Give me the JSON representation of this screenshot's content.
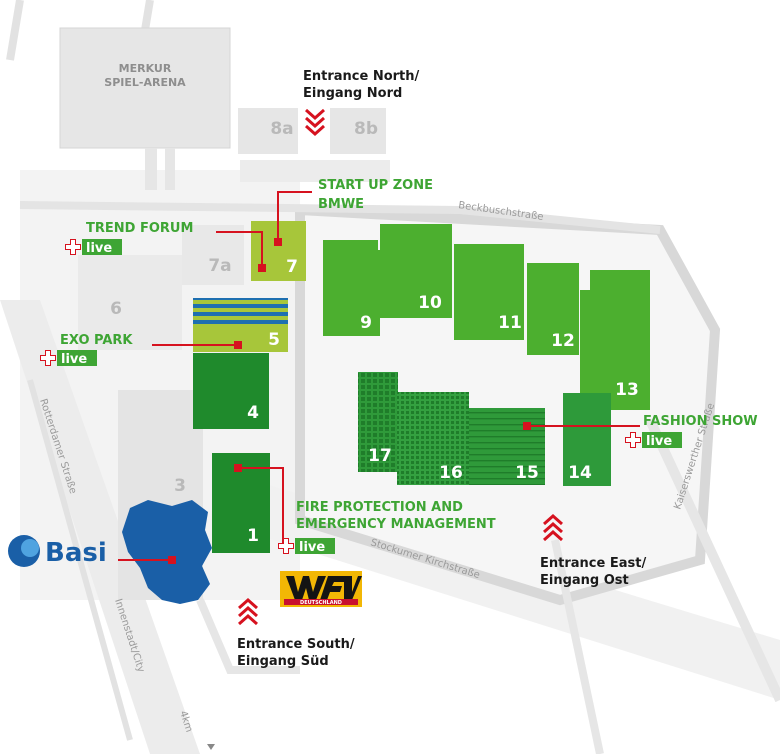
{
  "arena": {
    "line1": "MERKUR",
    "line2": "SPIEL-ARENA"
  },
  "halls": {
    "h1": "1",
    "h3": "3",
    "h4": "4",
    "h5": "5",
    "h6": "6",
    "h7": "7",
    "h7a": "7a",
    "h8a": "8a",
    "h8b": "8b",
    "h9": "9",
    "h10": "10",
    "h11": "11",
    "h12": "12",
    "h13": "13",
    "h14": "14",
    "h15": "15",
    "h16": "16",
    "h17": "17"
  },
  "entrances": {
    "north": {
      "line1": "Entrance North/",
      "line2": "Eingang Nord"
    },
    "east": {
      "line1": "Entrance East/",
      "line2": "Eingang Ost"
    },
    "south": {
      "line1": "Entrance South/",
      "line2": "Eingang Süd"
    }
  },
  "zones": {
    "startup": {
      "line1": "START UP ZONE",
      "line2": "BMWE"
    },
    "trend_forum": "TREND FORUM",
    "exo_park": "EXO PARK",
    "fashion_show": "FASHION SHOW",
    "fire_protection": {
      "line1": "FIRE PROTECTION AND",
      "line2": "EMERGENCY MANAGEMENT"
    }
  },
  "live_label": "live",
  "streets": {
    "beckbusch": "Beckbuschstraße",
    "rotterdamer": "Rotterdamer Straße",
    "stockumer": "Stockumer Kirchstraße",
    "kaiserswerther": "Kaiserswerther Straße",
    "innenstadt": "Innenstadt/City",
    "distance": "4km"
  },
  "logos": {
    "basi": "Basi",
    "wfv_sub": "DEUTSCHLAND"
  },
  "colors": {
    "bright_green": "#4caf2f",
    "mid_green": "#2e9a3a",
    "dark_green": "#1f8a2c",
    "lime": "#a7c63a",
    "basi_blue": "#1a5fa7",
    "accent_red": "#d6121f",
    "label_green": "#3ea534",
    "stripe_blue": "#1e6fb0"
  }
}
